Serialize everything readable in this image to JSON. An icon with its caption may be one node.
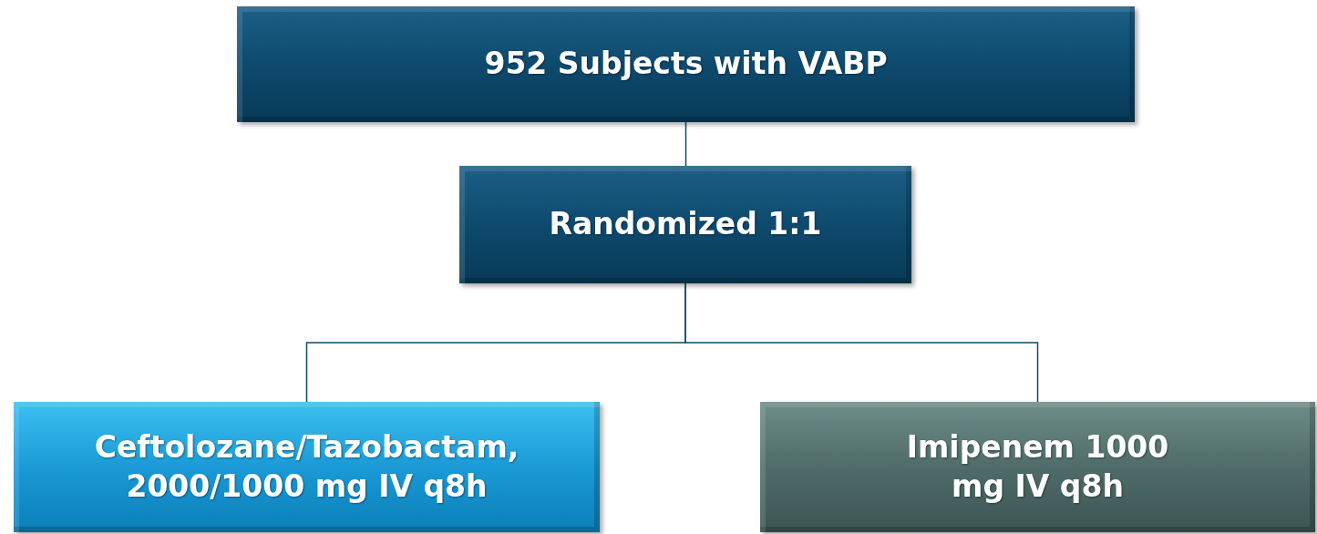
{
  "diagram": {
    "nodes": [
      {
        "text": [
          "952 Subjects with VABP"
        ]
      },
      {
        "text": [
          "Randomized 1:1"
        ]
      },
      {
        "text": [
          "Ceftolozane/Tazobactam, 2000/1000 mg IV q8h"
        ]
      },
      {
        "text": [
          "Imipenem 1000 mg IV q8h"
        ]
      }
    ],
    "edges": [
      {
        "from": 0,
        "to": 1,
        "arrow": "none"
      },
      {
        "from": 1,
        "to": 2,
        "arrow": "none"
      },
      {
        "from": 1,
        "to": 3,
        "arrow": "none"
      }
    ]
  }
}
